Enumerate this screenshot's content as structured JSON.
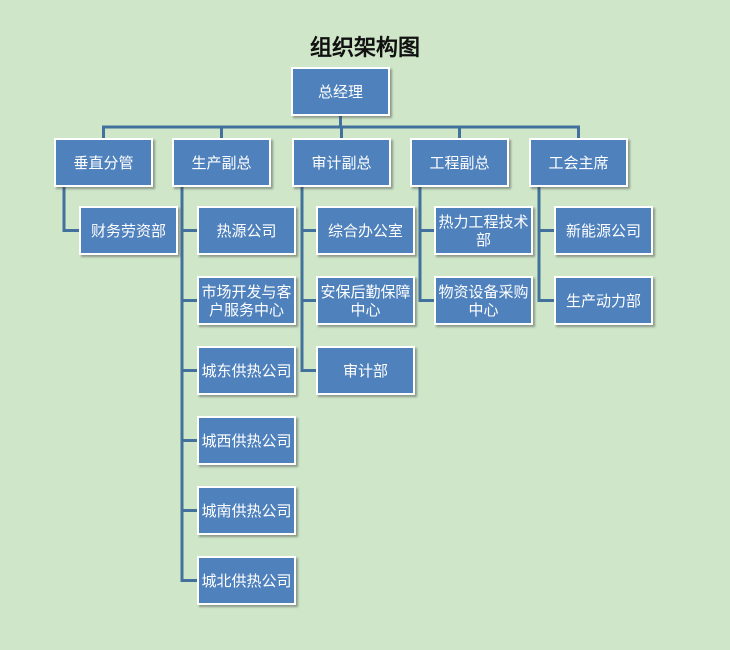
{
  "title": "组织架构图",
  "root": "总经理",
  "branches": [
    {
      "label": "垂直分管",
      "children": [
        "财务劳资部"
      ]
    },
    {
      "label": "生产副总",
      "children": [
        "热源公司",
        "市场开发与客户服务中心",
        "城东供热公司",
        "城西供热公司",
        "城南供热公司",
        "城北供热公司"
      ]
    },
    {
      "label": "审计副总",
      "children": [
        "综合办公室",
        "安保后勤保障中心",
        "审计部"
      ]
    },
    {
      "label": "工程副总",
      "children": [
        "热力工程技术部",
        "物资设备采购中心"
      ]
    },
    {
      "label": "工会主席",
      "children": [
        "新能源公司",
        "生产动力部"
      ]
    }
  ],
  "colors": {
    "background": "#cfe6c9",
    "box": "#4f81bd",
    "box_border": "#ffffff",
    "line": "#41719c"
  }
}
